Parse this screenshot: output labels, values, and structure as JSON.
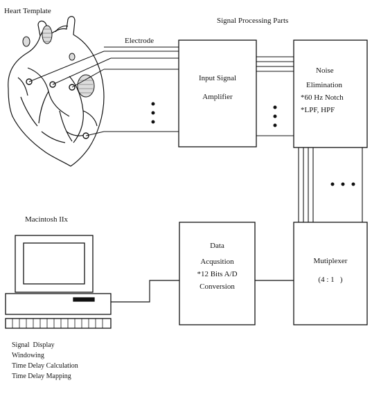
{
  "labels": {
    "heart_template": "Heart Template",
    "signal_processing_parts": "Signal Processing Parts",
    "electrode": "Electrode",
    "macintosh": "Macintosh IIx"
  },
  "boxes": {
    "amplifier": [
      "Input Signal",
      "Amplifier"
    ],
    "noise": [
      "Noise",
      "Elimination",
      "*60 Hz Notch",
      "*LPF, HPF"
    ],
    "daq": [
      "Data",
      "Acqusition",
      "*12 Bits A/D",
      "Conversion"
    ],
    "mux": [
      "Mutiplexer",
      "(4 : 1   )"
    ]
  },
  "functions": [
    "Signal  Display",
    "Windowing",
    "Time Delay Calculation",
    "Time Delay Mapping"
  ]
}
